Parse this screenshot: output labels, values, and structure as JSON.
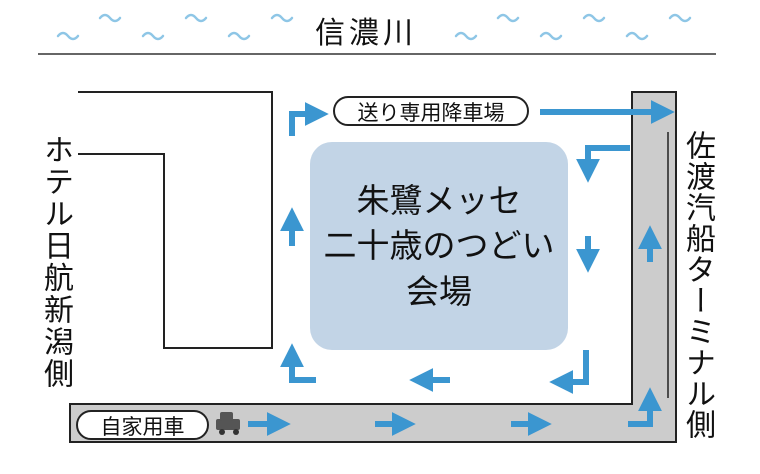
{
  "river": {
    "label": "信濃川"
  },
  "roads": {
    "dropoff_label": "送り専用降車場",
    "private_car_label": "自家用車"
  },
  "venue": {
    "line1": "朱鷺メッセ",
    "line2": "二十歳のつどい",
    "line3": "会場"
  },
  "sides": {
    "left": "ホテル日航新潟側",
    "right": "佐渡汽船ターミナル側"
  },
  "icons": [
    "wave-icon",
    "arrow-icon",
    "car-icon"
  ],
  "colors": {
    "arrow": "#3b96d0",
    "wave": "#8ec6e6",
    "venue_fill": "#c2d4e6",
    "road_fill": "#cccccc"
  }
}
